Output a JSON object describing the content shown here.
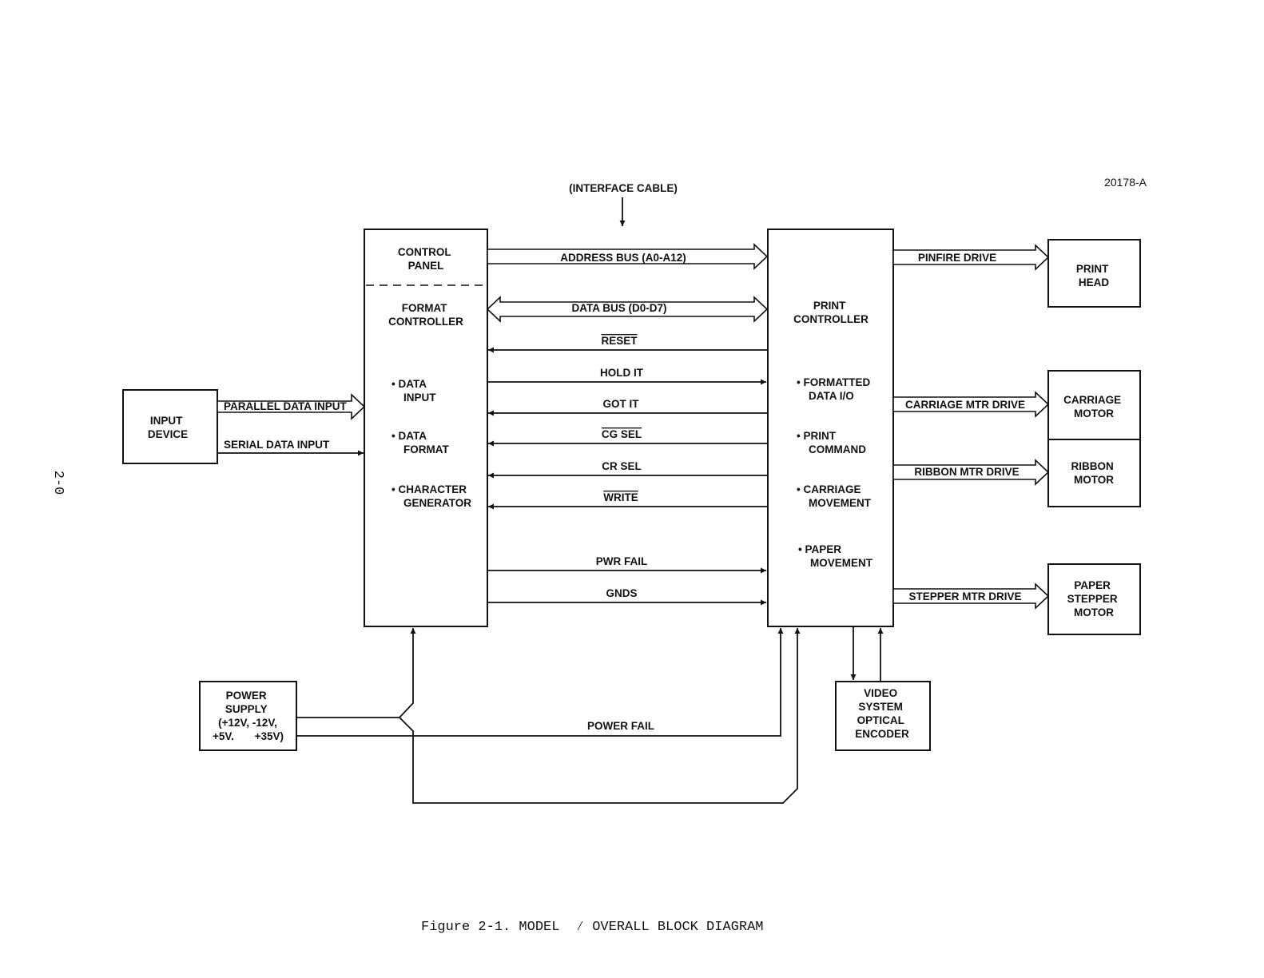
{
  "figure": {
    "reference_number": "20178-A",
    "interface_cable_label": "(INTERFACE CABLE)",
    "page_number": "2-0",
    "caption": "Figure 2-1.  MODEL ฀ ⁄ OVERALL BLOCK DIAGRAM"
  },
  "blocks": {
    "input_device": [
      "INPUT",
      "DEVICE"
    ],
    "control_panel": [
      "CONTROL",
      "PANEL"
    ],
    "format_controller": [
      "FORMAT",
      "CONTROLLER"
    ],
    "format_items": [
      [
        "• DATA",
        "INPUT"
      ],
      [
        "• DATA",
        "FORMAT"
      ],
      [
        "• CHARACTER",
        "GENERATOR"
      ]
    ],
    "print_controller": [
      "PRINT",
      "CONTROLLER"
    ],
    "print_items": [
      [
        "• FORMATTED",
        "DATA I/O"
      ],
      [
        "• PRINT",
        "COMMAND"
      ],
      [
        "• CARRIAGE",
        "MOVEMENT"
      ],
      [
        "• PAPER",
        "MOVEMENT"
      ]
    ],
    "print_head": [
      "PRINT",
      "HEAD"
    ],
    "carriage_motor": [
      "CARRIAGE",
      "MOTOR"
    ],
    "ribbon_motor": [
      "RIBBON",
      "MOTOR"
    ],
    "paper_stepper_motor": [
      "PAPER",
      "STEPPER",
      "MOTOR"
    ],
    "power_supply": [
      "POWER",
      "SUPPLY",
      "(+12V, -12V,",
      "+5V.",
      "+35V)"
    ],
    "video_system": [
      "VIDEO",
      "SYSTEM",
      "OPTICAL",
      "ENCODER"
    ]
  },
  "signals": {
    "parallel_data_input": "PARALLEL DATA INPUT",
    "serial_data_input": "SERIAL DATA INPUT",
    "address_bus": "ADDRESS BUS (A0-A12)",
    "data_bus": "DATA BUS (D0-D7)",
    "reset": "RESET",
    "hold_it": "HOLD IT",
    "got_it": "GOT IT",
    "cg_sel": "CG SEL",
    "cr_sel": "CR SEL",
    "write": "WRITE",
    "pwr_fail": "PWR FAIL",
    "gnds": "GNDS",
    "pinfire_drive": "PINFIRE DRIVE",
    "carriage_mtr_drive": "CARRIAGE MTR DRIVE",
    "ribbon_mtr_drive": "RIBBON MTR DRIVE",
    "stepper_mtr_drive": "STEPPER MTR DRIVE",
    "power_fail": "POWER FAIL"
  }
}
